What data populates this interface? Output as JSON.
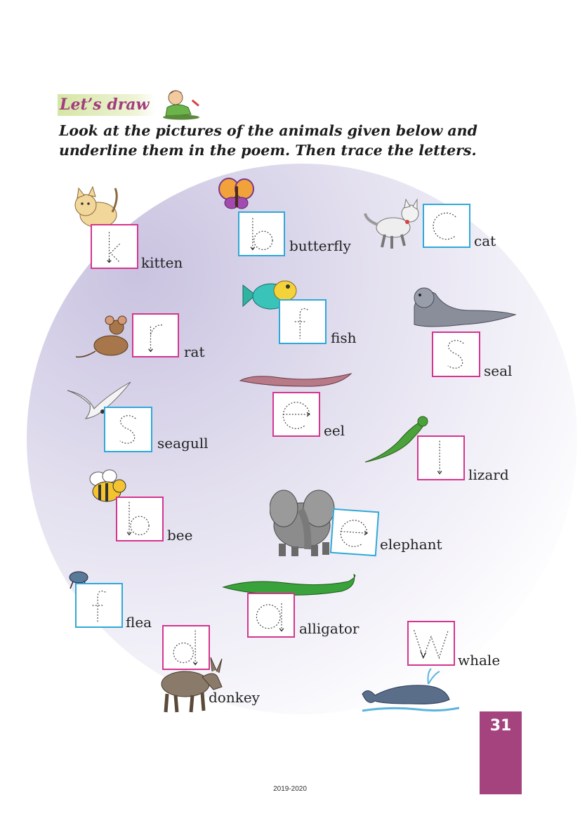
{
  "heading": "Let’s draw",
  "instruction": "Look at the pictures of the animals given below and underline them in the poem. Then trace the letters.",
  "colors": {
    "heading_text": "#a23e7e",
    "heading_bg": "#d6e6a6",
    "box_pink": "#d4358f",
    "box_cyan": "#2fa8d8",
    "page_tab": "#a5437f"
  },
  "animals": [
    {
      "name": "kitten",
      "letter": "k",
      "box": "pink"
    },
    {
      "name": "butterfly",
      "letter": "b",
      "box": "cyan"
    },
    {
      "name": "cat",
      "letter": "c",
      "box": "cyan"
    },
    {
      "name": "rat",
      "letter": "r",
      "box": "pink"
    },
    {
      "name": "fish",
      "letter": "f",
      "box": "cyan"
    },
    {
      "name": "seal",
      "letter": "s",
      "box": "pink"
    },
    {
      "name": "seagull",
      "letter": "s",
      "box": "cyan"
    },
    {
      "name": "eel",
      "letter": "e",
      "box": "pink"
    },
    {
      "name": "lizard",
      "letter": "l",
      "box": "pink"
    },
    {
      "name": "bee",
      "letter": "b",
      "box": "pink"
    },
    {
      "name": "elephant",
      "letter": "e",
      "box": "cyan"
    },
    {
      "name": "flea",
      "letter": "f",
      "box": "cyan"
    },
    {
      "name": "alligator",
      "letter": "a",
      "box": "pink"
    },
    {
      "name": "whale",
      "letter": "w",
      "box": "pink"
    },
    {
      "name": "donkey",
      "letter": "d",
      "box": "pink"
    }
  ],
  "page_number": "31",
  "footer": "2019-2020"
}
